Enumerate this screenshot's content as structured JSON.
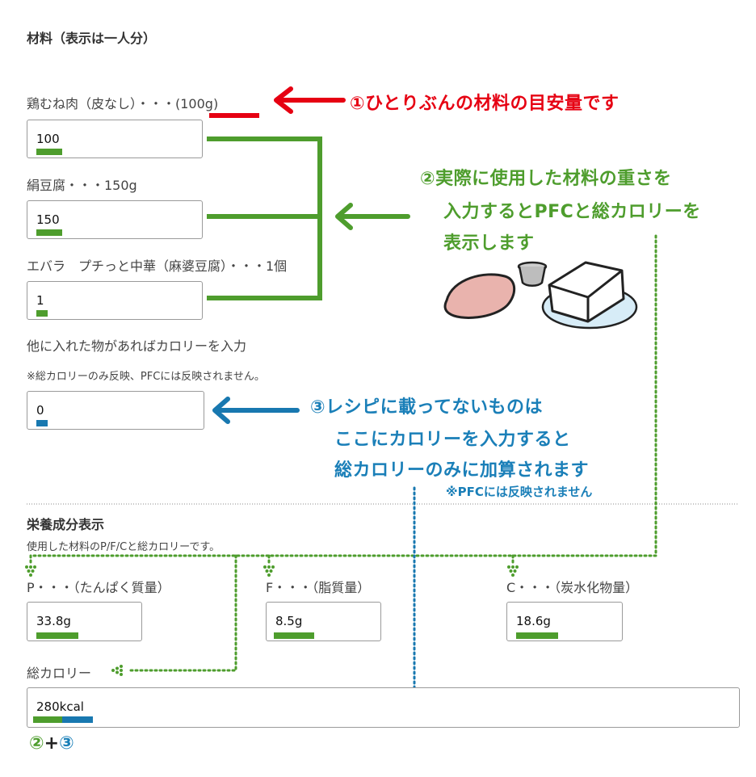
{
  "materials": {
    "title": "材料（表示は一人分）",
    "items": [
      {
        "label": "鶏むね肉（皮なし）・・・(100g)",
        "value": "100"
      },
      {
        "label": "絹豆腐・・・150g",
        "value": "150"
      },
      {
        "label": "エバラ　プチっと中華（麻婆豆腐）・・・1個",
        "value": "1"
      }
    ],
    "extra_label": "他に入れた物があればカロリーを入力",
    "extra_note": "※総カロリーのみ反映、PFCには反映されません。",
    "extra_value": "0"
  },
  "nutrition": {
    "title": "栄養成分表示",
    "note": "使用した材料のP/F/Cと総カロリーです。",
    "p_label": "P・・・（たんぱく質量）",
    "p_value": "33.8g",
    "f_label": "F・・・（脂質量）",
    "f_value": "8.5g",
    "c_label": "C・・・（炭水化物量）",
    "c_value": "18.6g",
    "total_label": "総カロリー",
    "total_value": "280kcal"
  },
  "annotations": {
    "a1": "①ひとりぶんの材料の目安量です",
    "a2_line1": "②実際に使用した材料の重さを",
    "a2_line2": "入力するとPFCと総カロリーを",
    "a2_line3": "表示します",
    "a3_line1": "③レシピに載ってないものは",
    "a3_line2": "ここにカロリーを入力すると",
    "a3_line3": "総カロリーのみに加算されます",
    "a3_note": "※PFCには反映されません",
    "legend_2": "②",
    "legend_plus": "+",
    "legend_3": "③"
  },
  "colors": {
    "red": "#e60012",
    "green": "#4e9d2d",
    "blue": "#1a7fb8"
  }
}
